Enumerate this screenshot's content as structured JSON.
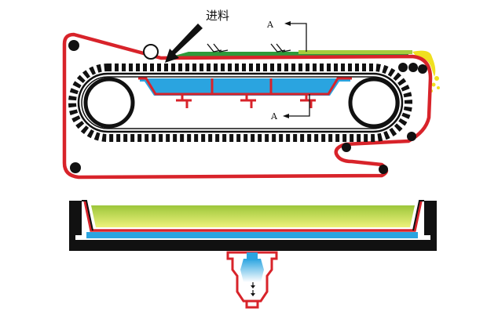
{
  "labels": {
    "feed": "进料",
    "section_top": "A",
    "section_bottom": "A"
  },
  "colors": {
    "belt": "#d8232a",
    "water": "#2aa4e0",
    "material": "#a6cc3c",
    "material_light": "#e8f07a",
    "feed_green": "#2e9a3a",
    "yellow": "#f0e020",
    "black": "#111111",
    "white": "#ffffff"
  },
  "icons": {
    "feed_arrow": "arrow-down-left-icon",
    "section_arrow_top": "arrow-left-icon",
    "section_arrow_bottom": "arrow-left-icon"
  }
}
